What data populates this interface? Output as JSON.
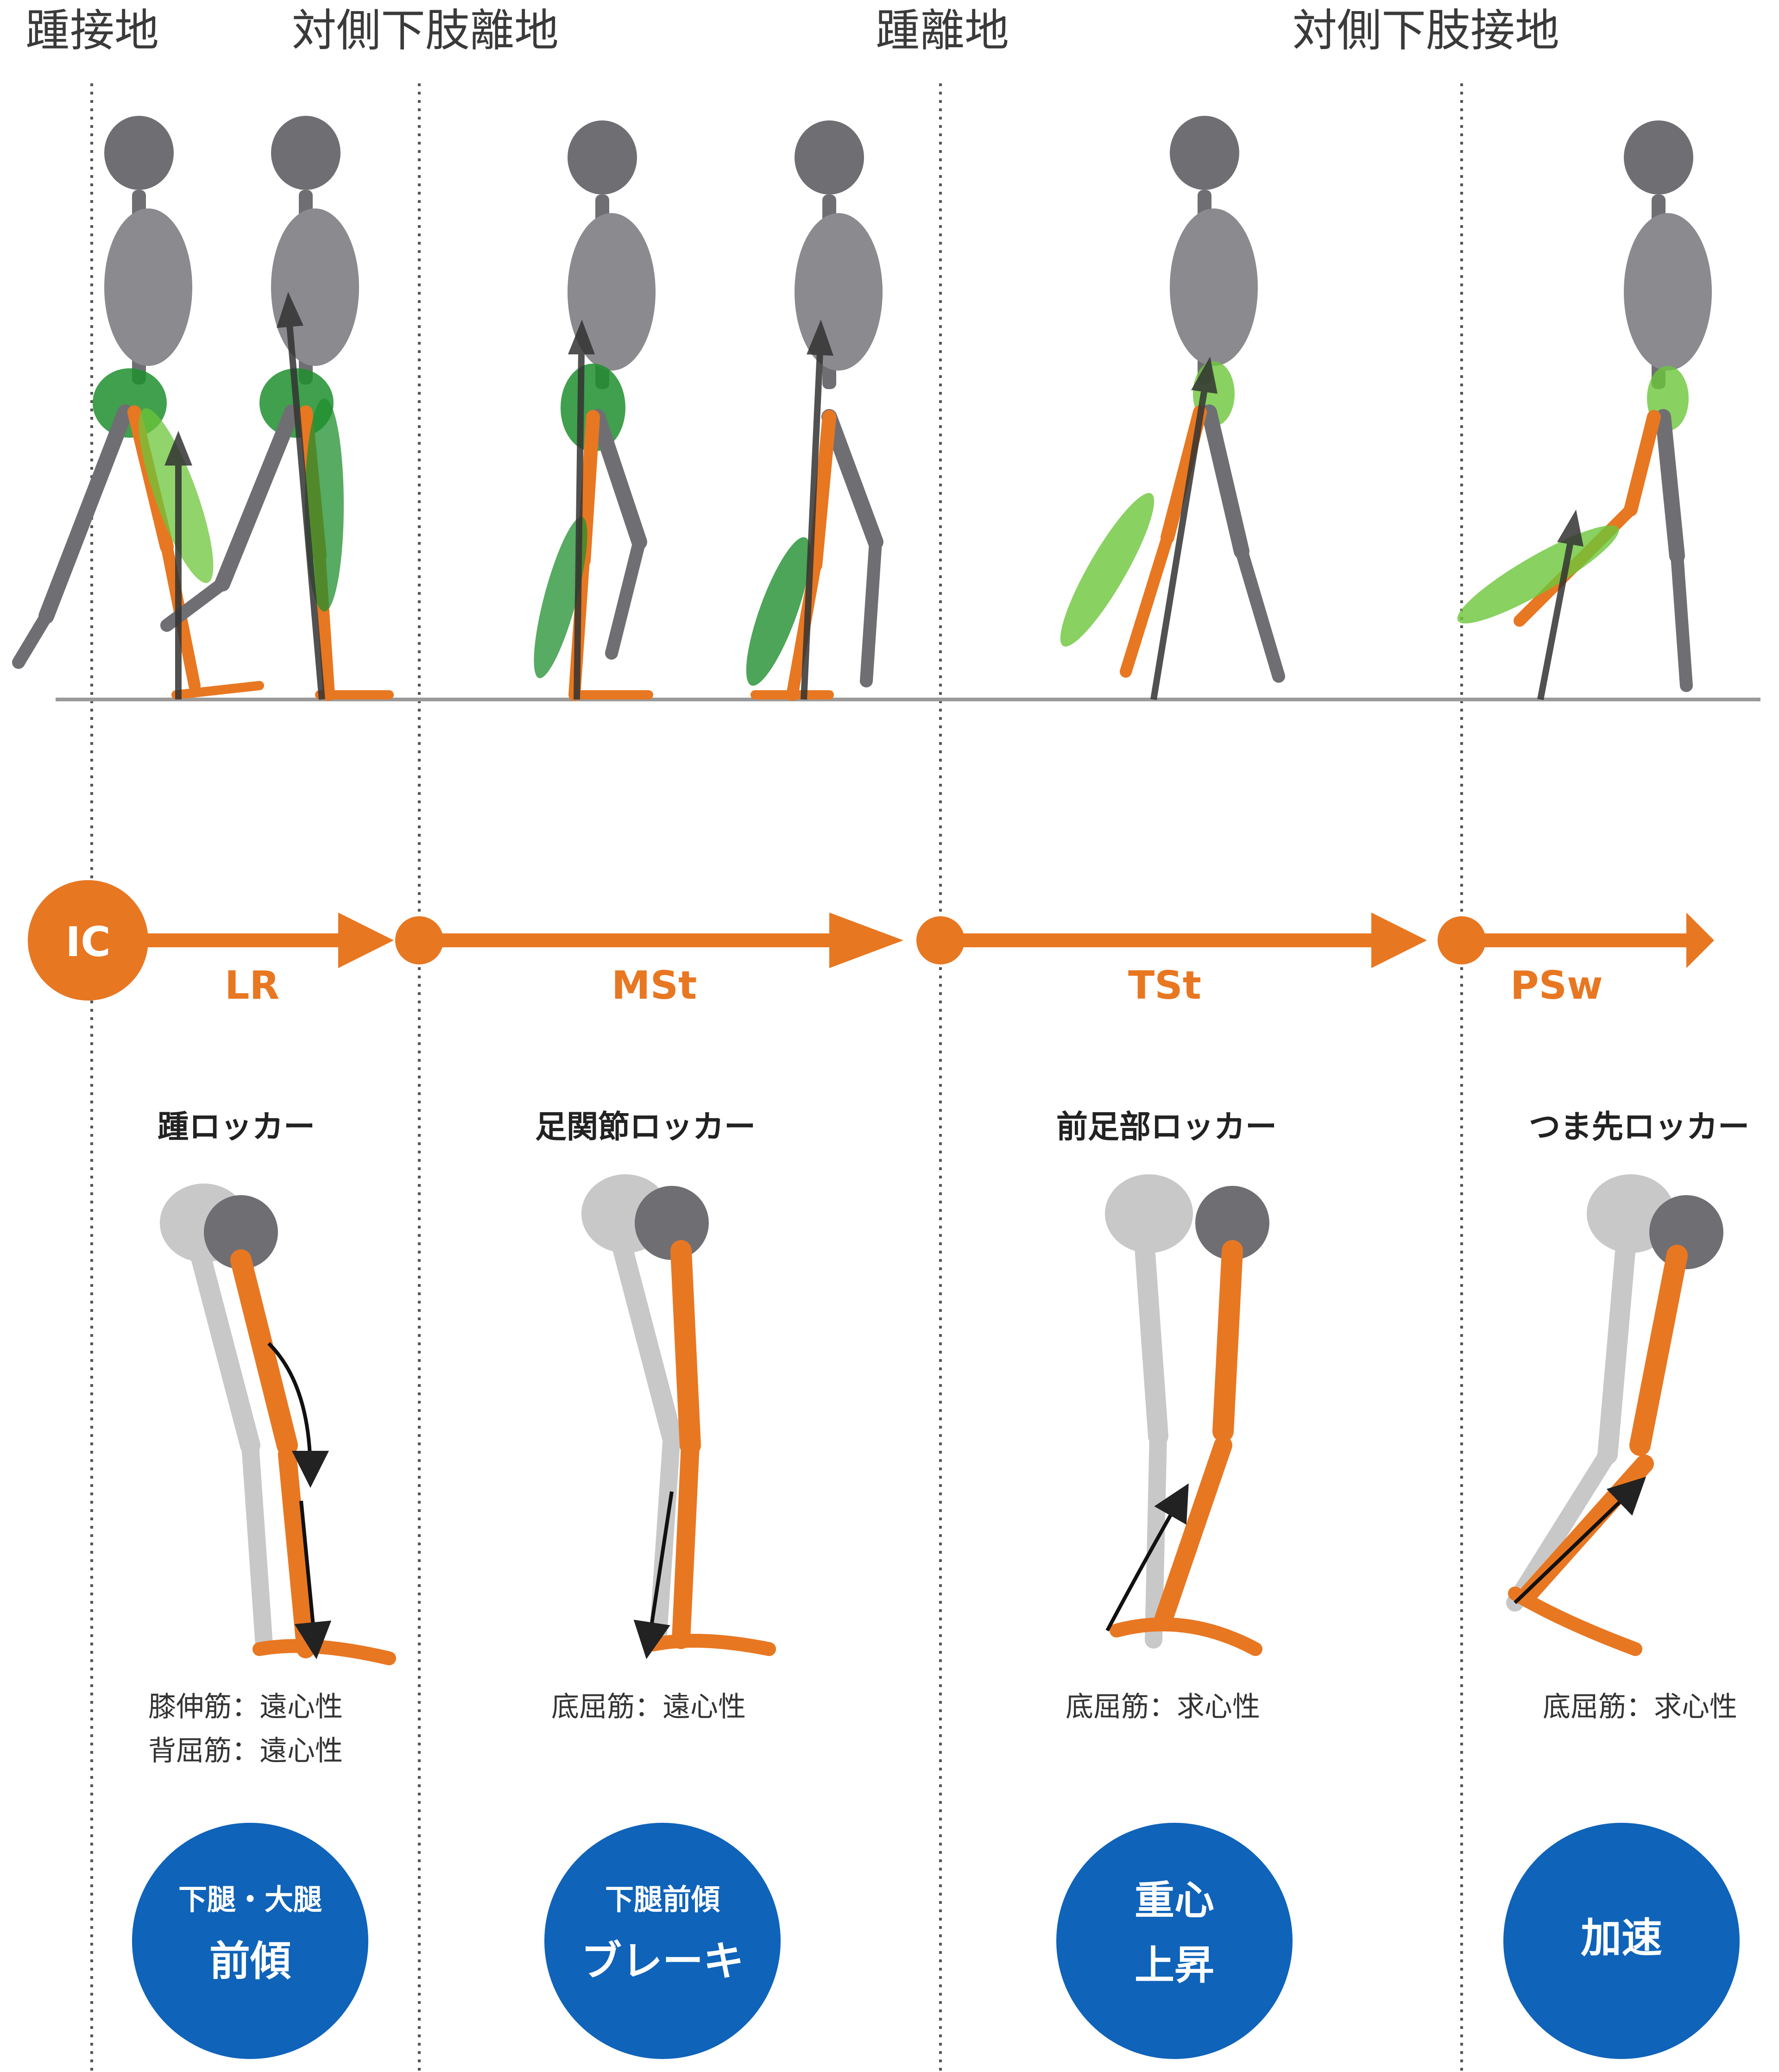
{
  "events": [
    "踵接地",
    "対側下肢離地",
    "踵離地",
    "対側下肢接地"
  ],
  "phases": {
    "ic": "IC",
    "items": [
      "LR",
      "MSt",
      "TSt",
      "PSw"
    ]
  },
  "rockers": [
    {
      "title": "踵ロッカー",
      "muscles": [
        "膝伸筋：遠心性",
        "背屈筋：遠心性"
      ],
      "effect_small": "下腿・大腿",
      "effect_large": "前傾"
    },
    {
      "title": "足関節ロッカー",
      "muscles": [
        "底屈筋：遠心性"
      ],
      "effect_small": "下腿前傾",
      "effect_large": "ブレーキ"
    },
    {
      "title": "前足部ロッカー",
      "muscles": [
        "底屈筋：求心性"
      ],
      "effect_line1": "重心",
      "effect_line2": "上昇"
    },
    {
      "title": "つま先ロッカー",
      "muscles": [
        "底屈筋：求心性"
      ],
      "effect_single": "加速"
    }
  ],
  "colors": {
    "orange": "#e87722",
    "blue": "#0f63b9",
    "bone_gray": "#6f6f73",
    "bone_light": "#c8c8c8",
    "muscle_dark": "#1f8f2e",
    "muscle_light": "#6cc63a",
    "arrow": "#333333",
    "ground": "#9a9a9a"
  },
  "icons": [
    "skeleton-figure",
    "force-arrow",
    "leg-bones",
    "rotation-arrow"
  ]
}
